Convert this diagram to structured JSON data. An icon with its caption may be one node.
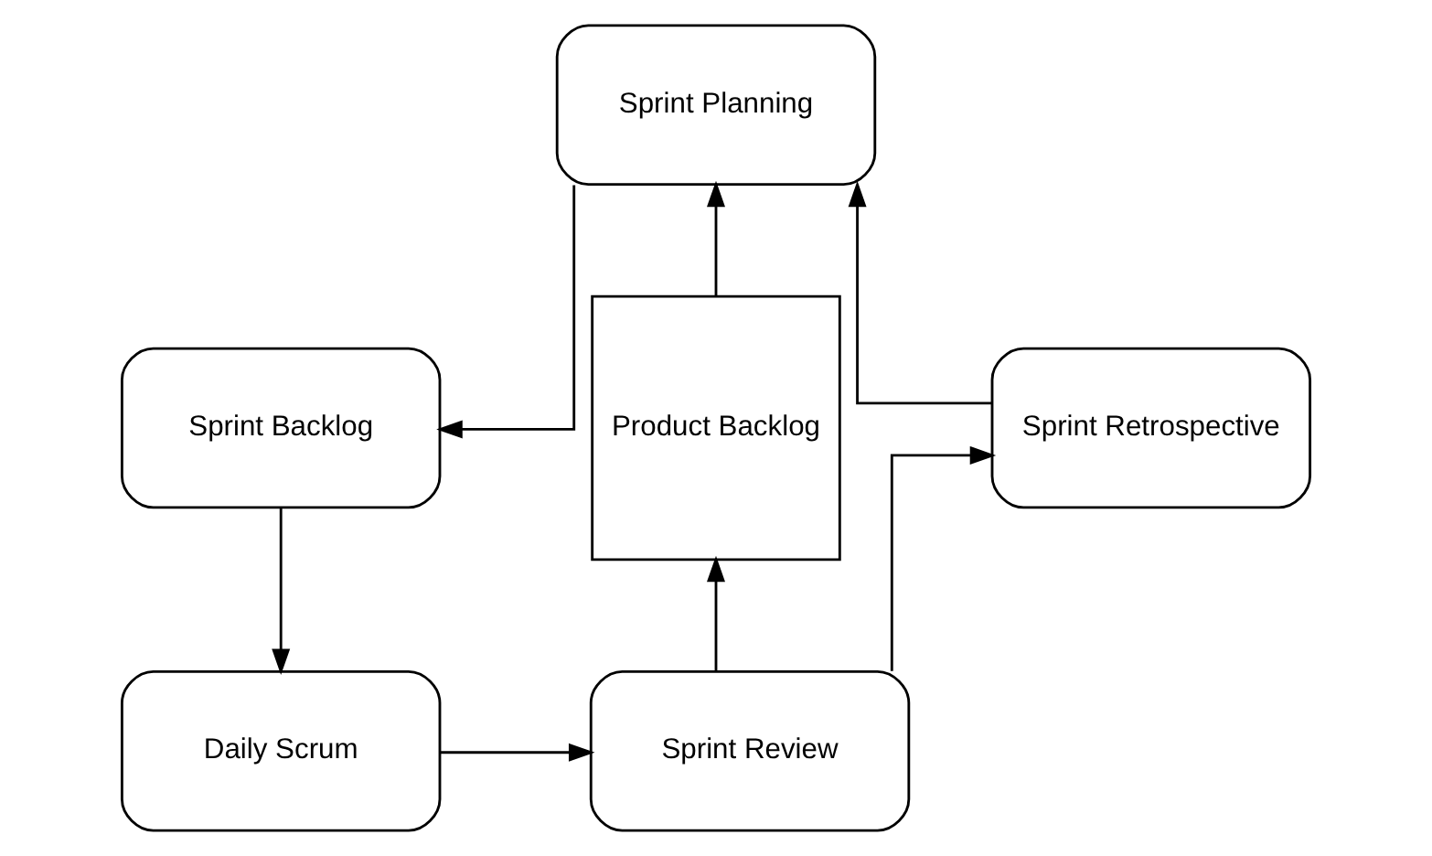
{
  "diagram": {
    "nodes": [
      {
        "text": [
          "Sprint Planning"
        ]
      },
      {
        "text": [
          "Product Backlog"
        ]
      },
      {
        "text": [
          "Sprint Retrospective"
        ]
      },
      {
        "text": [
          "Sprint Backlog"
        ]
      },
      {
        "text": [
          "Sprint Review"
        ]
      },
      {
        "text": [
          "Daily Scrum"
        ]
      }
    ],
    "edges": [
      {
        "from": 1,
        "to": 0,
        "arrow": "to"
      },
      {
        "from": 0,
        "to": 3,
        "arrow": "to"
      },
      {
        "from": 3,
        "to": 5,
        "arrow": "to"
      },
      {
        "from": 5,
        "to": 4,
        "arrow": "to"
      },
      {
        "from": 4,
        "to": 2,
        "arrow": "to"
      },
      {
        "from": 2,
        "to": 0,
        "arrow": "to"
      },
      {
        "from": 4,
        "to": 1,
        "arrow": "to"
      }
    ]
  }
}
